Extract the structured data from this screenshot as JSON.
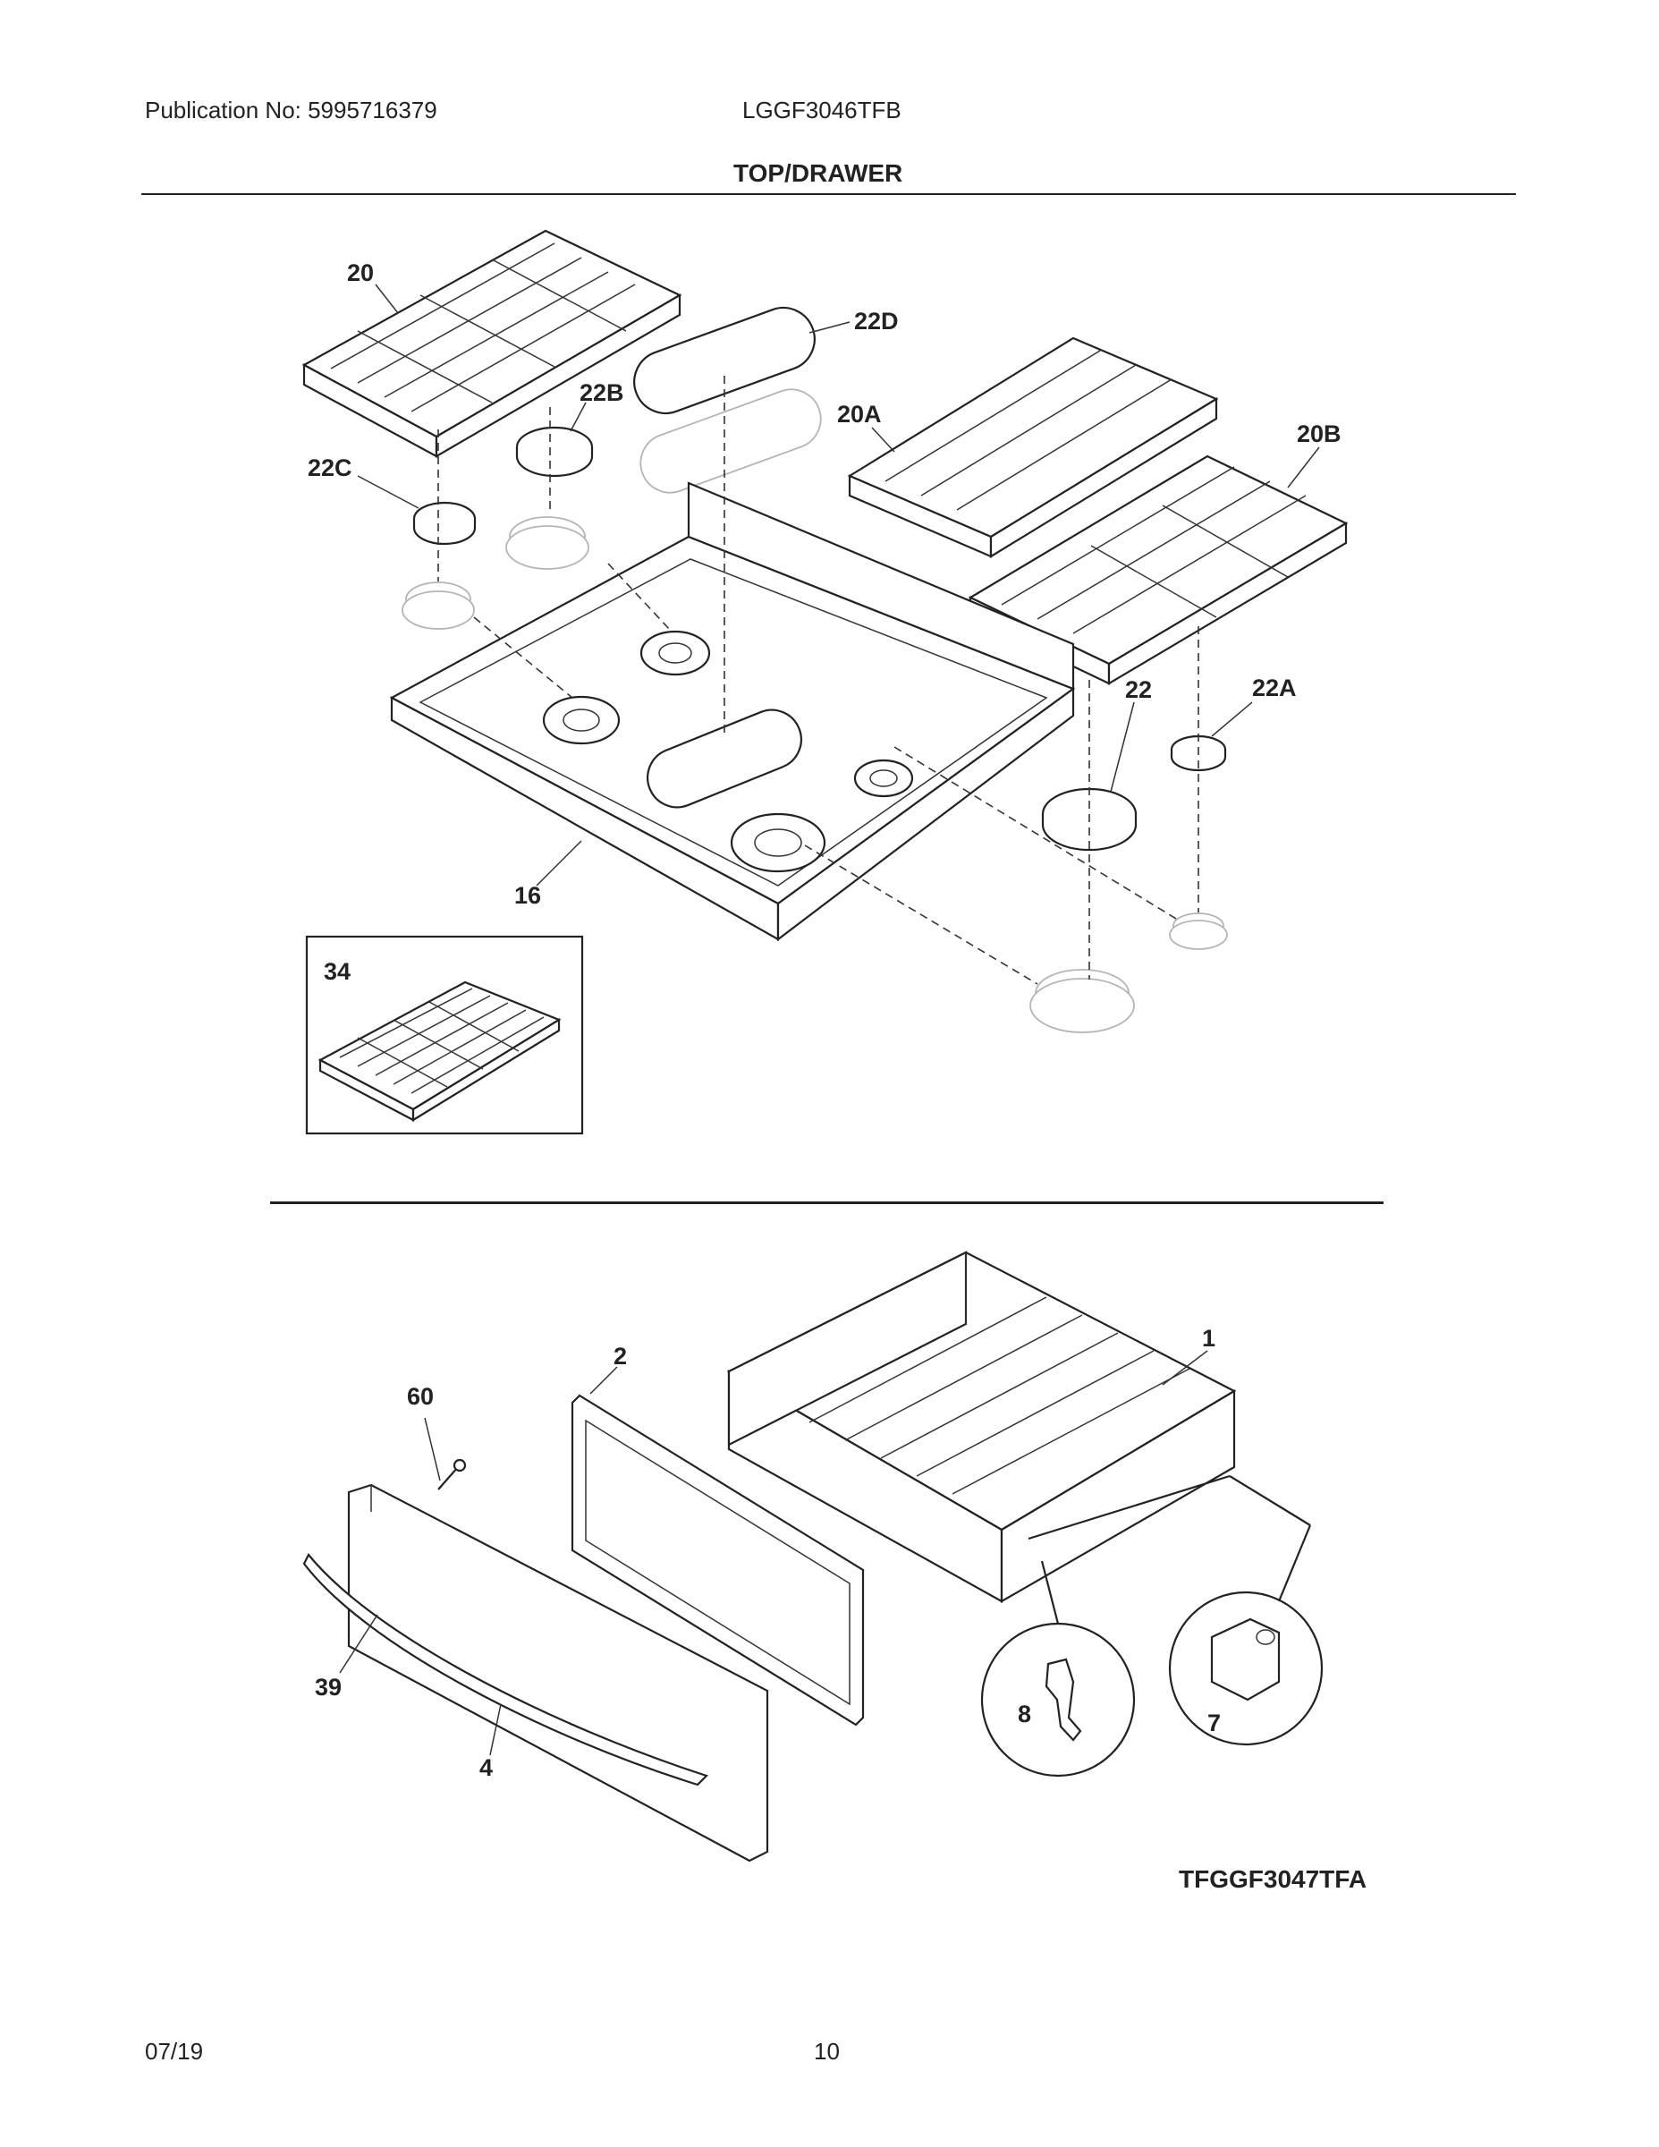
{
  "header": {
    "publication": "Publication No: 5995716379",
    "model": "LGGF3046TFB",
    "section_title": "TOP/DRAWER"
  },
  "diagram": {
    "callouts": [
      "20",
      "22D",
      "22B",
      "20A",
      "20B",
      "22C",
      "22",
      "22A",
      "16",
      "34",
      "1",
      "2",
      "60",
      "39",
      "4",
      "8",
      "7"
    ],
    "figure_code": "TFGGF3047TFA"
  },
  "footer": {
    "date": "07/19",
    "page": "10"
  }
}
